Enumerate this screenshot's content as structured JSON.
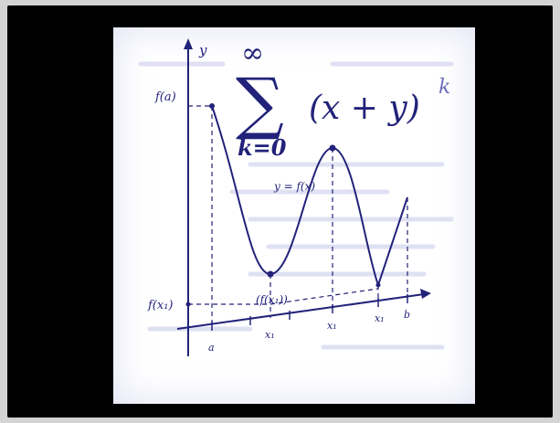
{
  "image": {
    "colors": {
      "background": "#d4d4d4",
      "frame": "#000000",
      "card": "#ffffff",
      "ink": "#22227a",
      "ink_light": "#6c6fb8",
      "faint_text": "#c9cbe8"
    },
    "formula": {
      "upper_limit": "∞",
      "operator": "∑",
      "lower_limit": "k=0",
      "term": "(x + y)",
      "exponent": "k"
    },
    "graph": {
      "y_axis_label": "y",
      "curve_label": "y = f(x)",
      "left_value_label": "f(a)",
      "bottom_value_label": "f(x₁)",
      "min_point_label": "(f(x₁))",
      "x_tick_a": "a",
      "x_tick_x1": "x₁",
      "x_tick_x2": "x₁",
      "x_tick_x3": "x₁",
      "x_tick_b": "b"
    }
  }
}
